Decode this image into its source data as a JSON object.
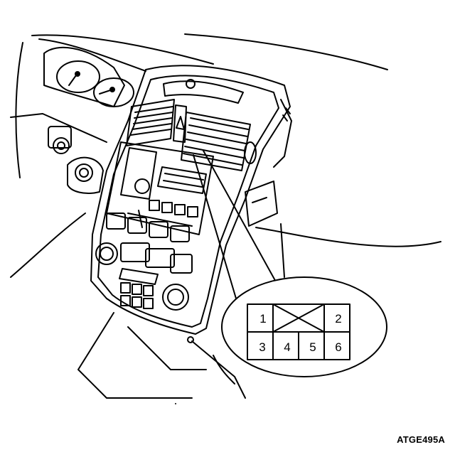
{
  "connector": {
    "pins": [
      "1",
      "2",
      "3",
      "4",
      "5",
      "6"
    ]
  },
  "figure_code": "ATGE495A"
}
